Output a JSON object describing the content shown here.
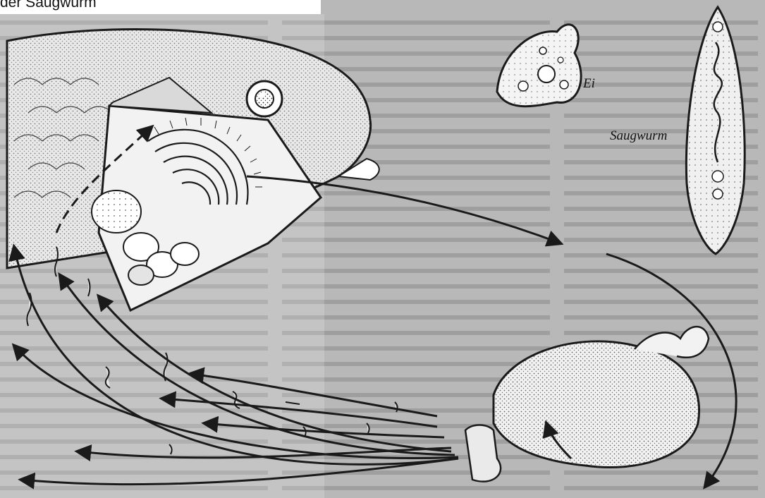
{
  "caption": "der Saugwurm",
  "labels": {
    "egg": "Ei",
    "fluke": "Saugwurm"
  },
  "colors": {
    "ink": "#1a1a1a",
    "paper": "#ffffff",
    "page_gray": "#b8b8b8",
    "text_gray": "#8a8a8a"
  }
}
